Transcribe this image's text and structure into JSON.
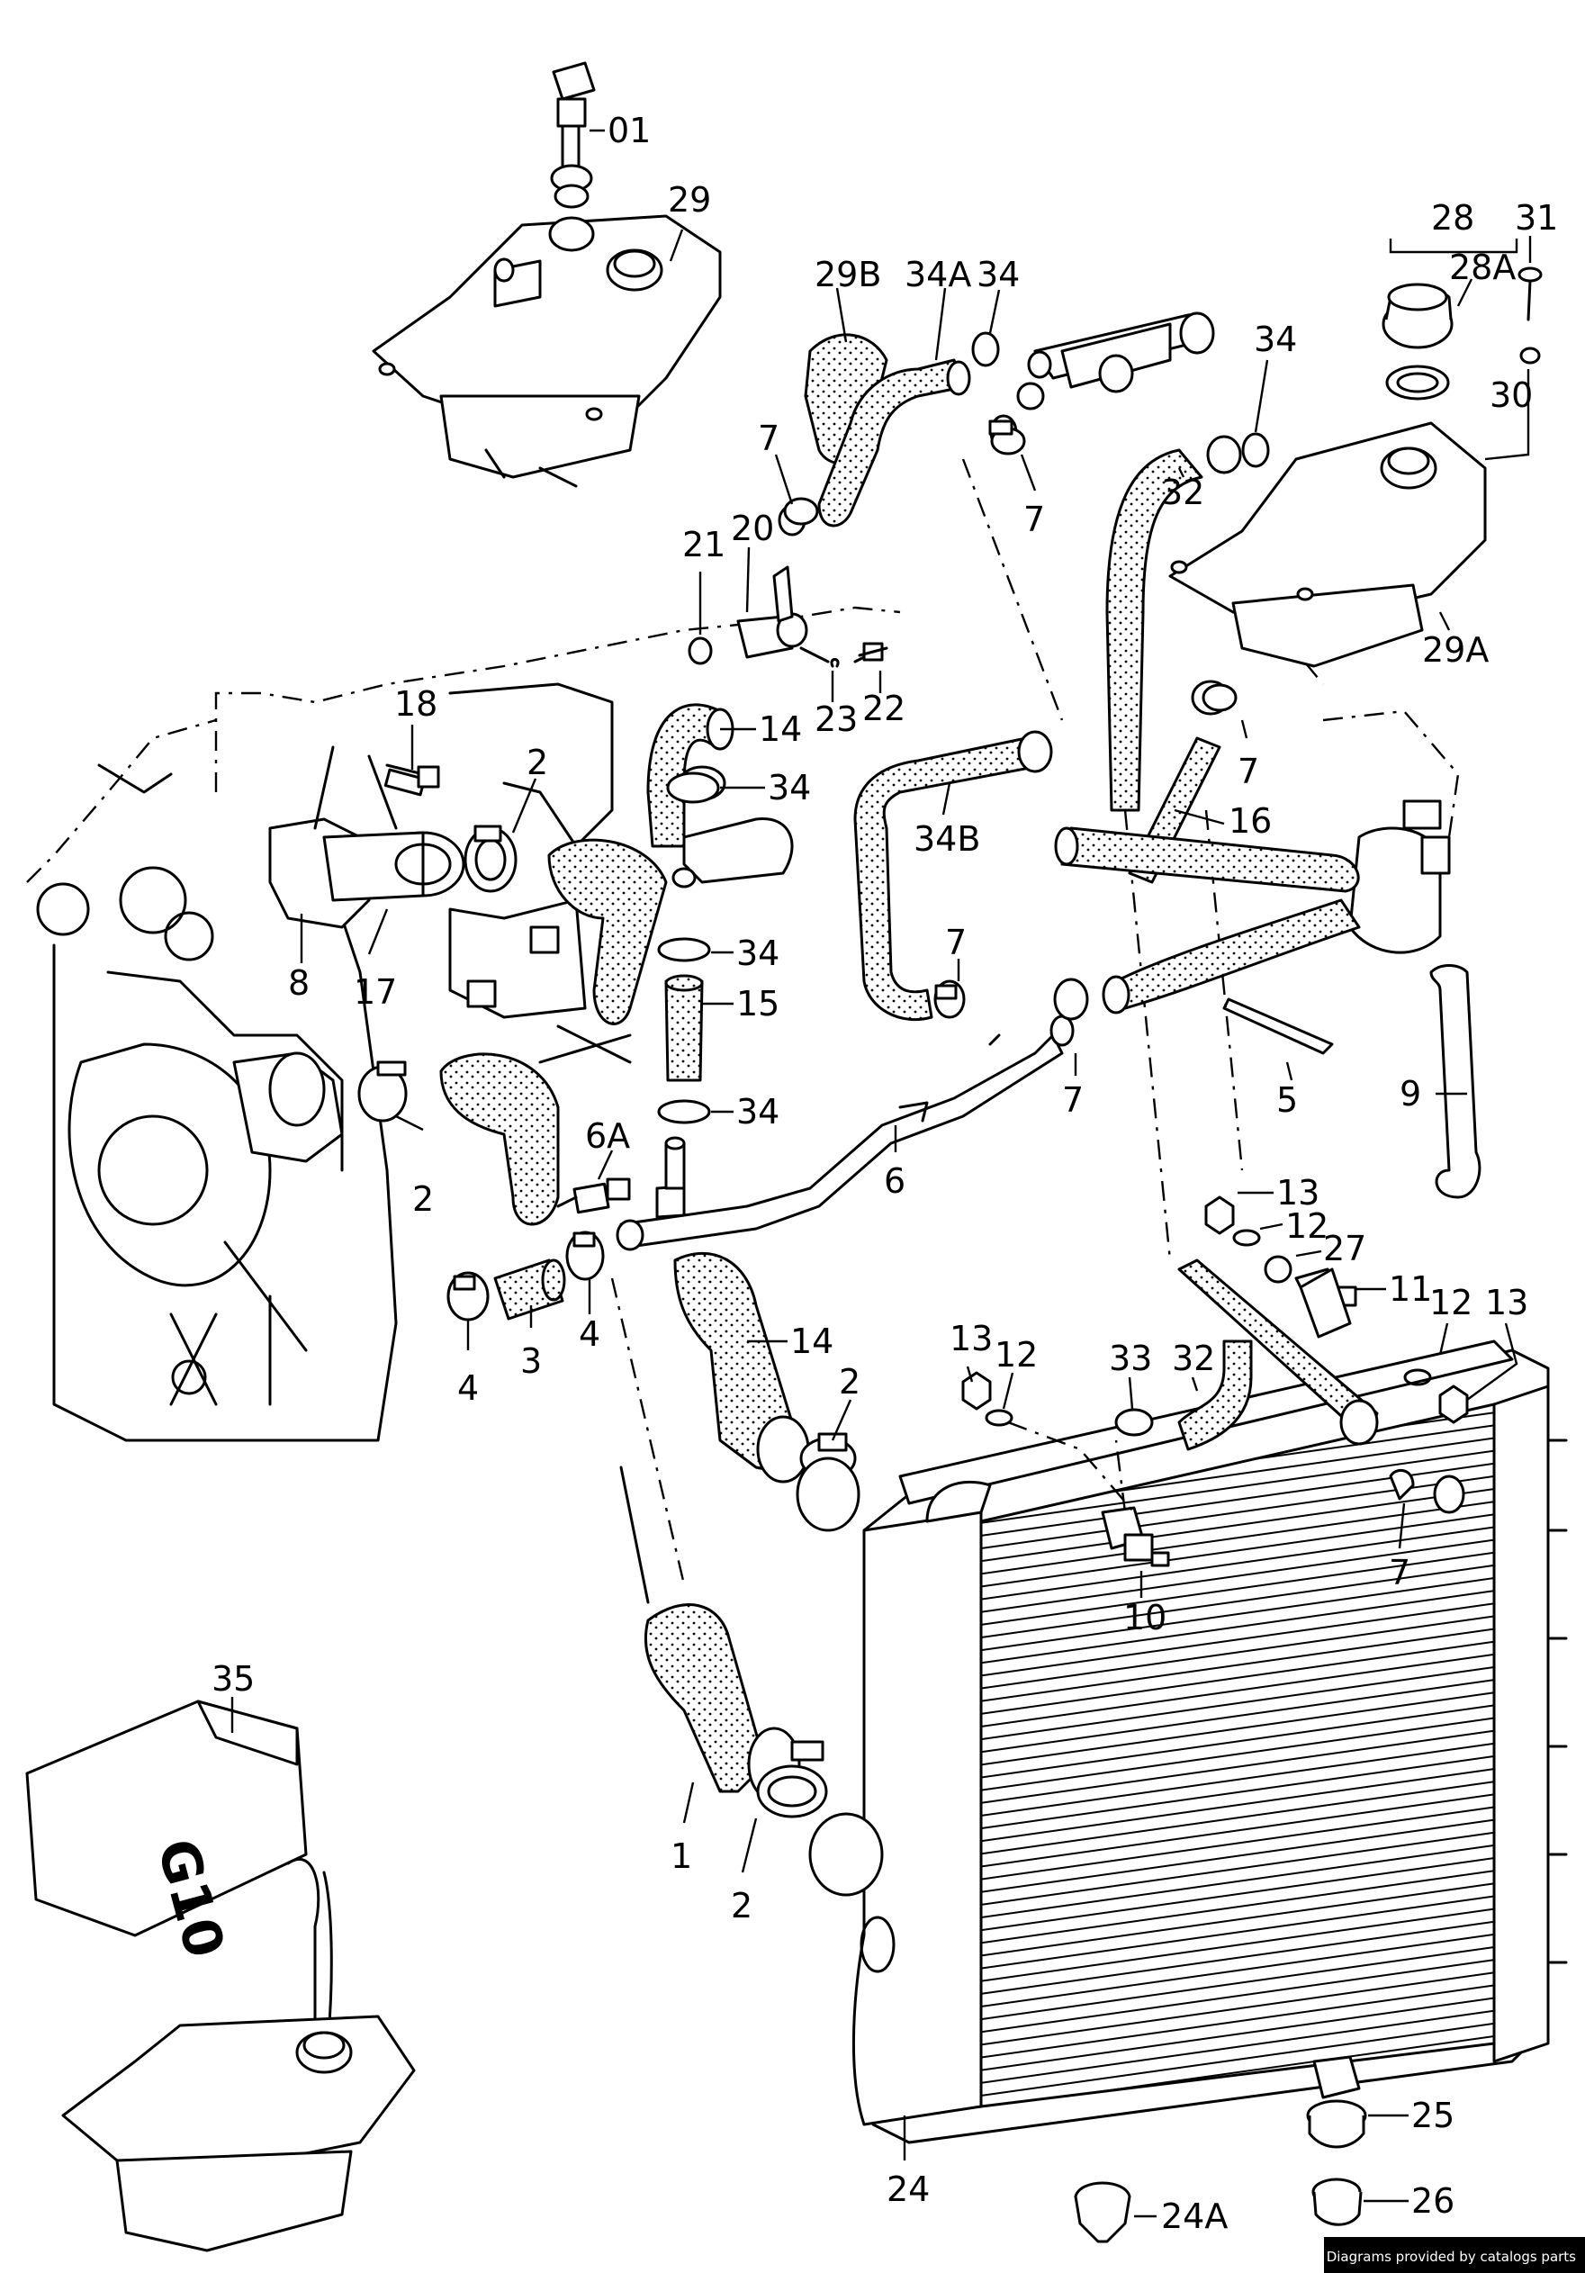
{
  "credit": "Diagrams provided by catalogs parts",
  "canister_text": "G10",
  "labels": [
    "01",
    "29",
    "29B",
    "34A",
    "34",
    "28",
    "31",
    "28A",
    "34",
    "30",
    "7",
    "7",
    "32",
    "20",
    "21",
    "29A",
    "18",
    "14",
    "2",
    "34",
    "23",
    "22",
    "34B",
    "7",
    "16",
    "8",
    "17",
    "34",
    "15",
    "7",
    "7",
    "5",
    "9",
    "2",
    "6A",
    "34",
    "6",
    "13",
    "12",
    "27",
    "11",
    "12",
    "13",
    "4",
    "3",
    "4",
    "14",
    "13",
    "12",
    "33",
    "32",
    "2",
    "10",
    "7",
    "35",
    "1",
    "2",
    "25",
    "24",
    "24A",
    "26"
  ]
}
